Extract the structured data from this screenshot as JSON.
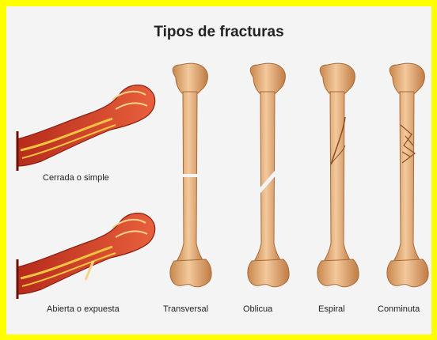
{
  "title": "Tipos de fracturas",
  "arm_labels": [
    "Cerrada o simple",
    "Abierta o expuesta"
  ],
  "bone_labels": [
    "Transversal",
    "Oblicua",
    "Espiral",
    "Conminuta"
  ],
  "colors": {
    "frame": "#ffff00",
    "background": "#f4f4f4",
    "bone": "#e8b888",
    "bone_shade": "#c58a55",
    "arm": "#d94a2a",
    "tendon": "#f4c542"
  }
}
